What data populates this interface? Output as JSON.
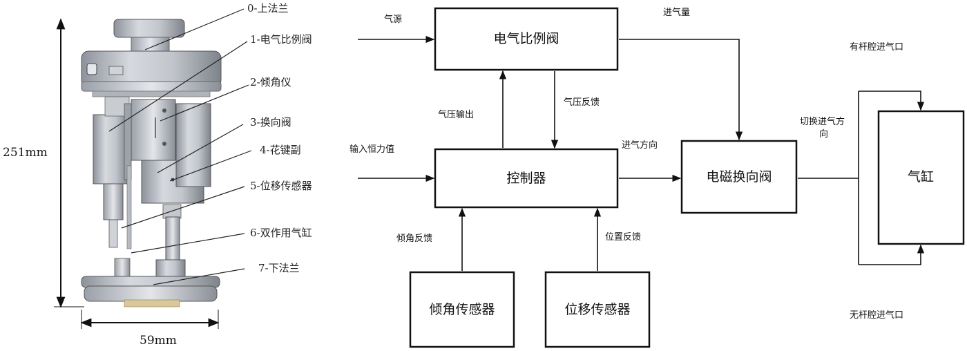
{
  "assembly": {
    "parts": [
      "0-上法兰",
      "1-电气比例阀",
      "2-倾角仪",
      "3-换向阀",
      "4-花键副",
      "5-位移传感器",
      "6-双作用气缸",
      "7-下法兰"
    ],
    "height_label": "251mm",
    "width_label": "59mm"
  },
  "blocks": {
    "proportional_valve": "电气比例阀",
    "controller": "控制器",
    "solenoid_valve": "电磁换向阀",
    "cylinder": "气缸",
    "tilt_sensor": "倾角传感器",
    "displacement_sensor": "位移传感器"
  },
  "signals": {
    "air_source": "气源",
    "air_intake": "进气量",
    "pressure_output": "气压输出",
    "pressure_feedback": "气压反馈",
    "constant_force_input": "输入恒力值",
    "intake_direction": "进气方向",
    "switch_direction_line1": "切换进气方",
    "switch_direction_line2": "向",
    "rod_port": "有杆腔进气口",
    "rodless_port": "无杆腔进气口",
    "tilt_feedback": "倾角反馈",
    "position_feedback": "位置反馈"
  }
}
